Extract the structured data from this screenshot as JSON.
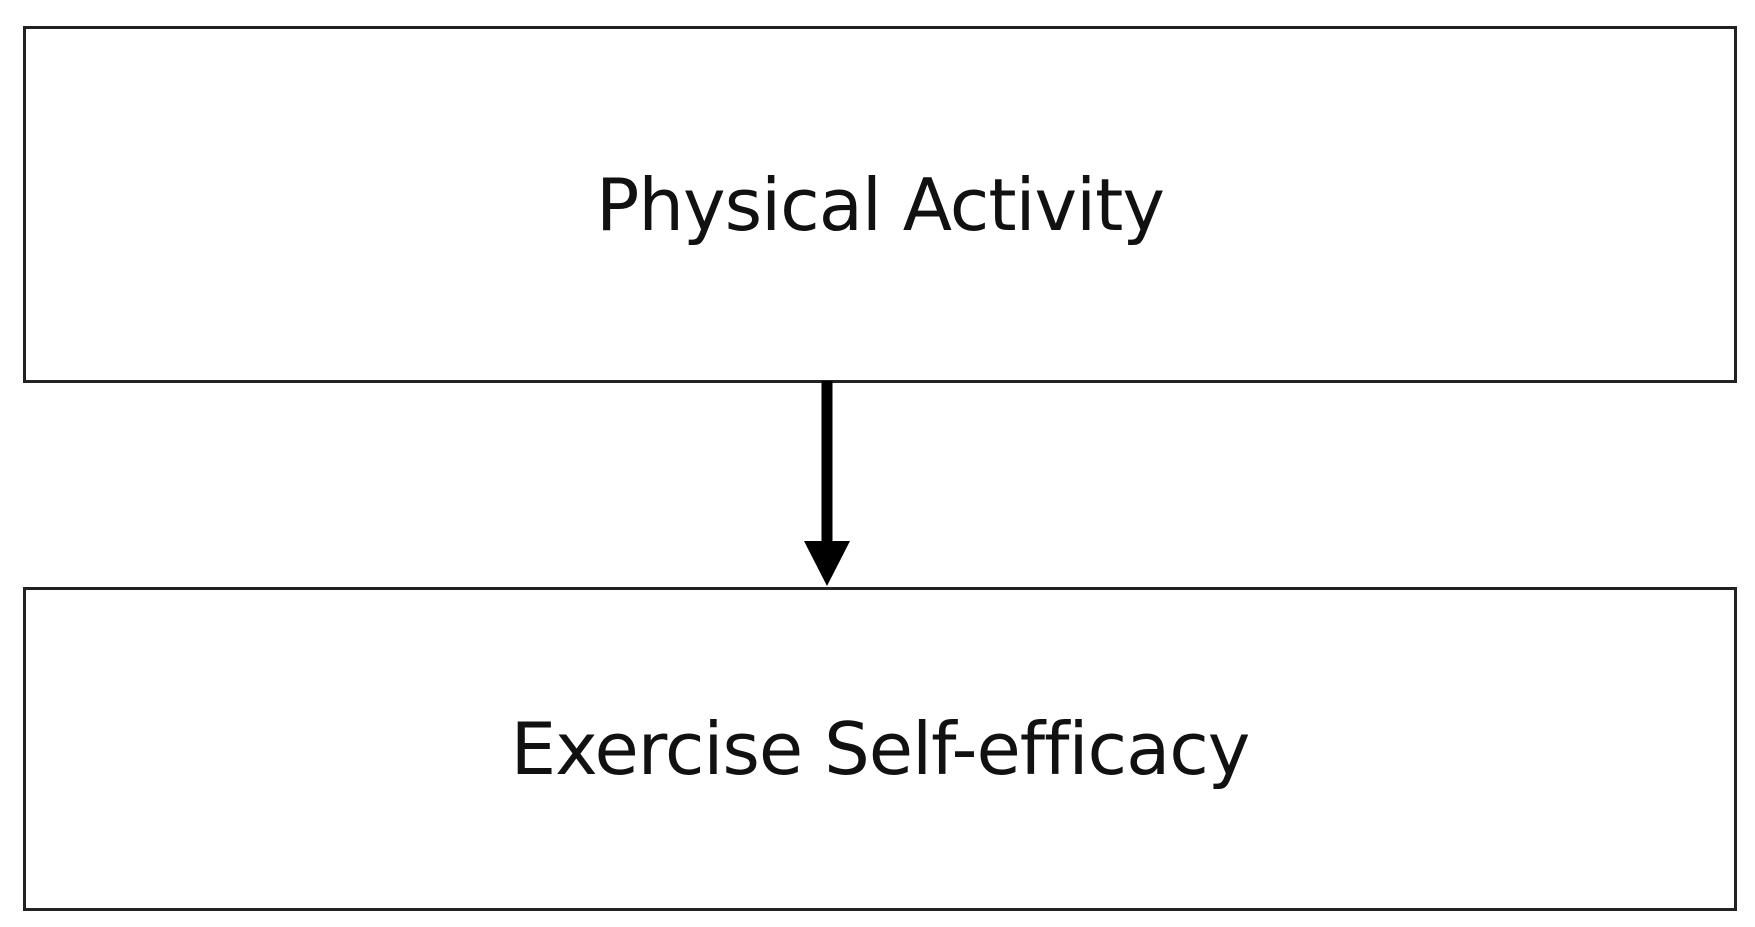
{
  "diagram": {
    "nodes": [
      {
        "id": "physical-activity",
        "label": "Physical Activity"
      },
      {
        "id": "exercise-self-efficacy",
        "label": "Exercise Self-efficacy"
      }
    ],
    "edges": [
      {
        "from": "physical-activity",
        "to": "exercise-self-efficacy",
        "directed": true
      }
    ],
    "colors": {
      "stroke": "#222222",
      "arrow": "#000000",
      "text": "#111111",
      "background": "#ffffff"
    }
  }
}
